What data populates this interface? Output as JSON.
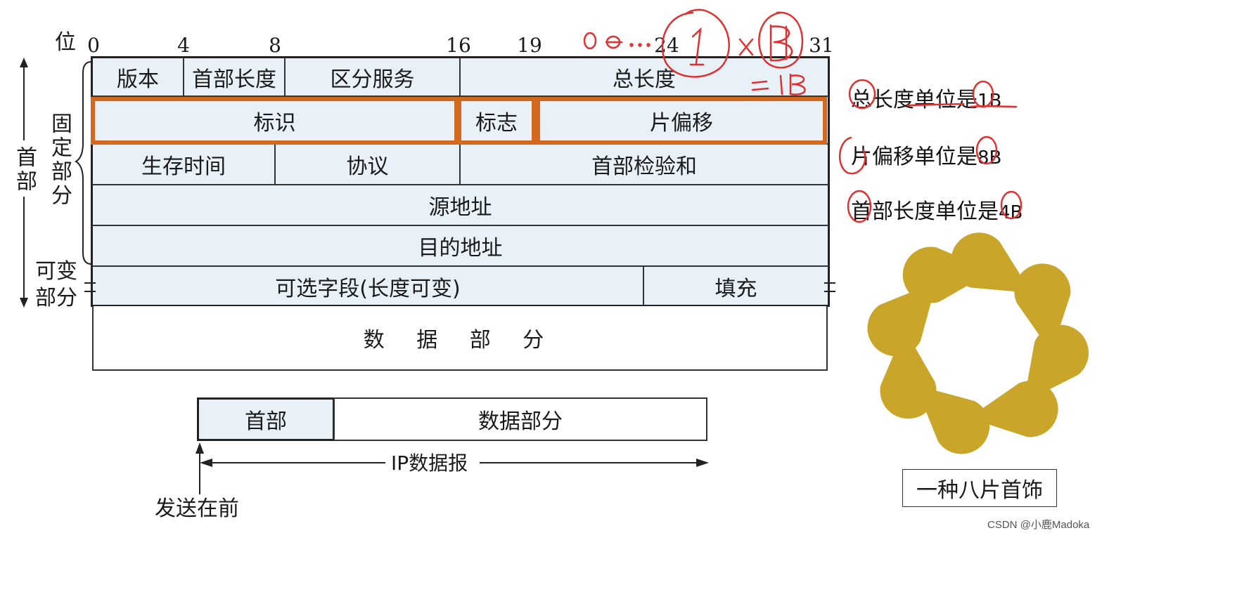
{
  "bit_axis": {
    "label": "位",
    "ticks": [
      "0",
      "4",
      "8",
      "16",
      "19",
      "24",
      "31"
    ]
  },
  "left_labels": {
    "header": "首部",
    "fixed_part": "固定部分",
    "variable_part_line1": "可变",
    "variable_part_line2": "部分"
  },
  "fields": {
    "version": "版本",
    "header_length": "首部长度",
    "dscp": "区分服务",
    "total_length": "总长度",
    "identification": "标识",
    "flags": "标志",
    "fragment_offset": "片偏移",
    "ttl": "生存时间",
    "protocol": "协议",
    "checksum": "首部检验和",
    "source_address": "源地址",
    "dest_address": "目的地址",
    "options": "可选字段(长度可变)",
    "padding": "填充",
    "data_part": "数 据 部 分"
  },
  "datagram": {
    "header": "首部",
    "data": "数据部分",
    "label": "IP数据报",
    "send_first": "发送在前"
  },
  "notes": {
    "total_length_unit_prefix": "总长度单位是",
    "total_length_unit_value": "1B",
    "fragment_unit_prefix": "片偏移单位是",
    "fragment_unit_value": "8B",
    "header_length_unit_prefix": "首部长度单位是",
    "header_length_unit_value": "4B"
  },
  "ornament_caption": "一种八片首饰",
  "watermark": "CSDN @小鹿Madoka",
  "colors": {
    "field_bg": "#e8f1f7",
    "highlight": "#d2691e",
    "handwriting": "#e03030",
    "petal": "#c9a52a"
  }
}
